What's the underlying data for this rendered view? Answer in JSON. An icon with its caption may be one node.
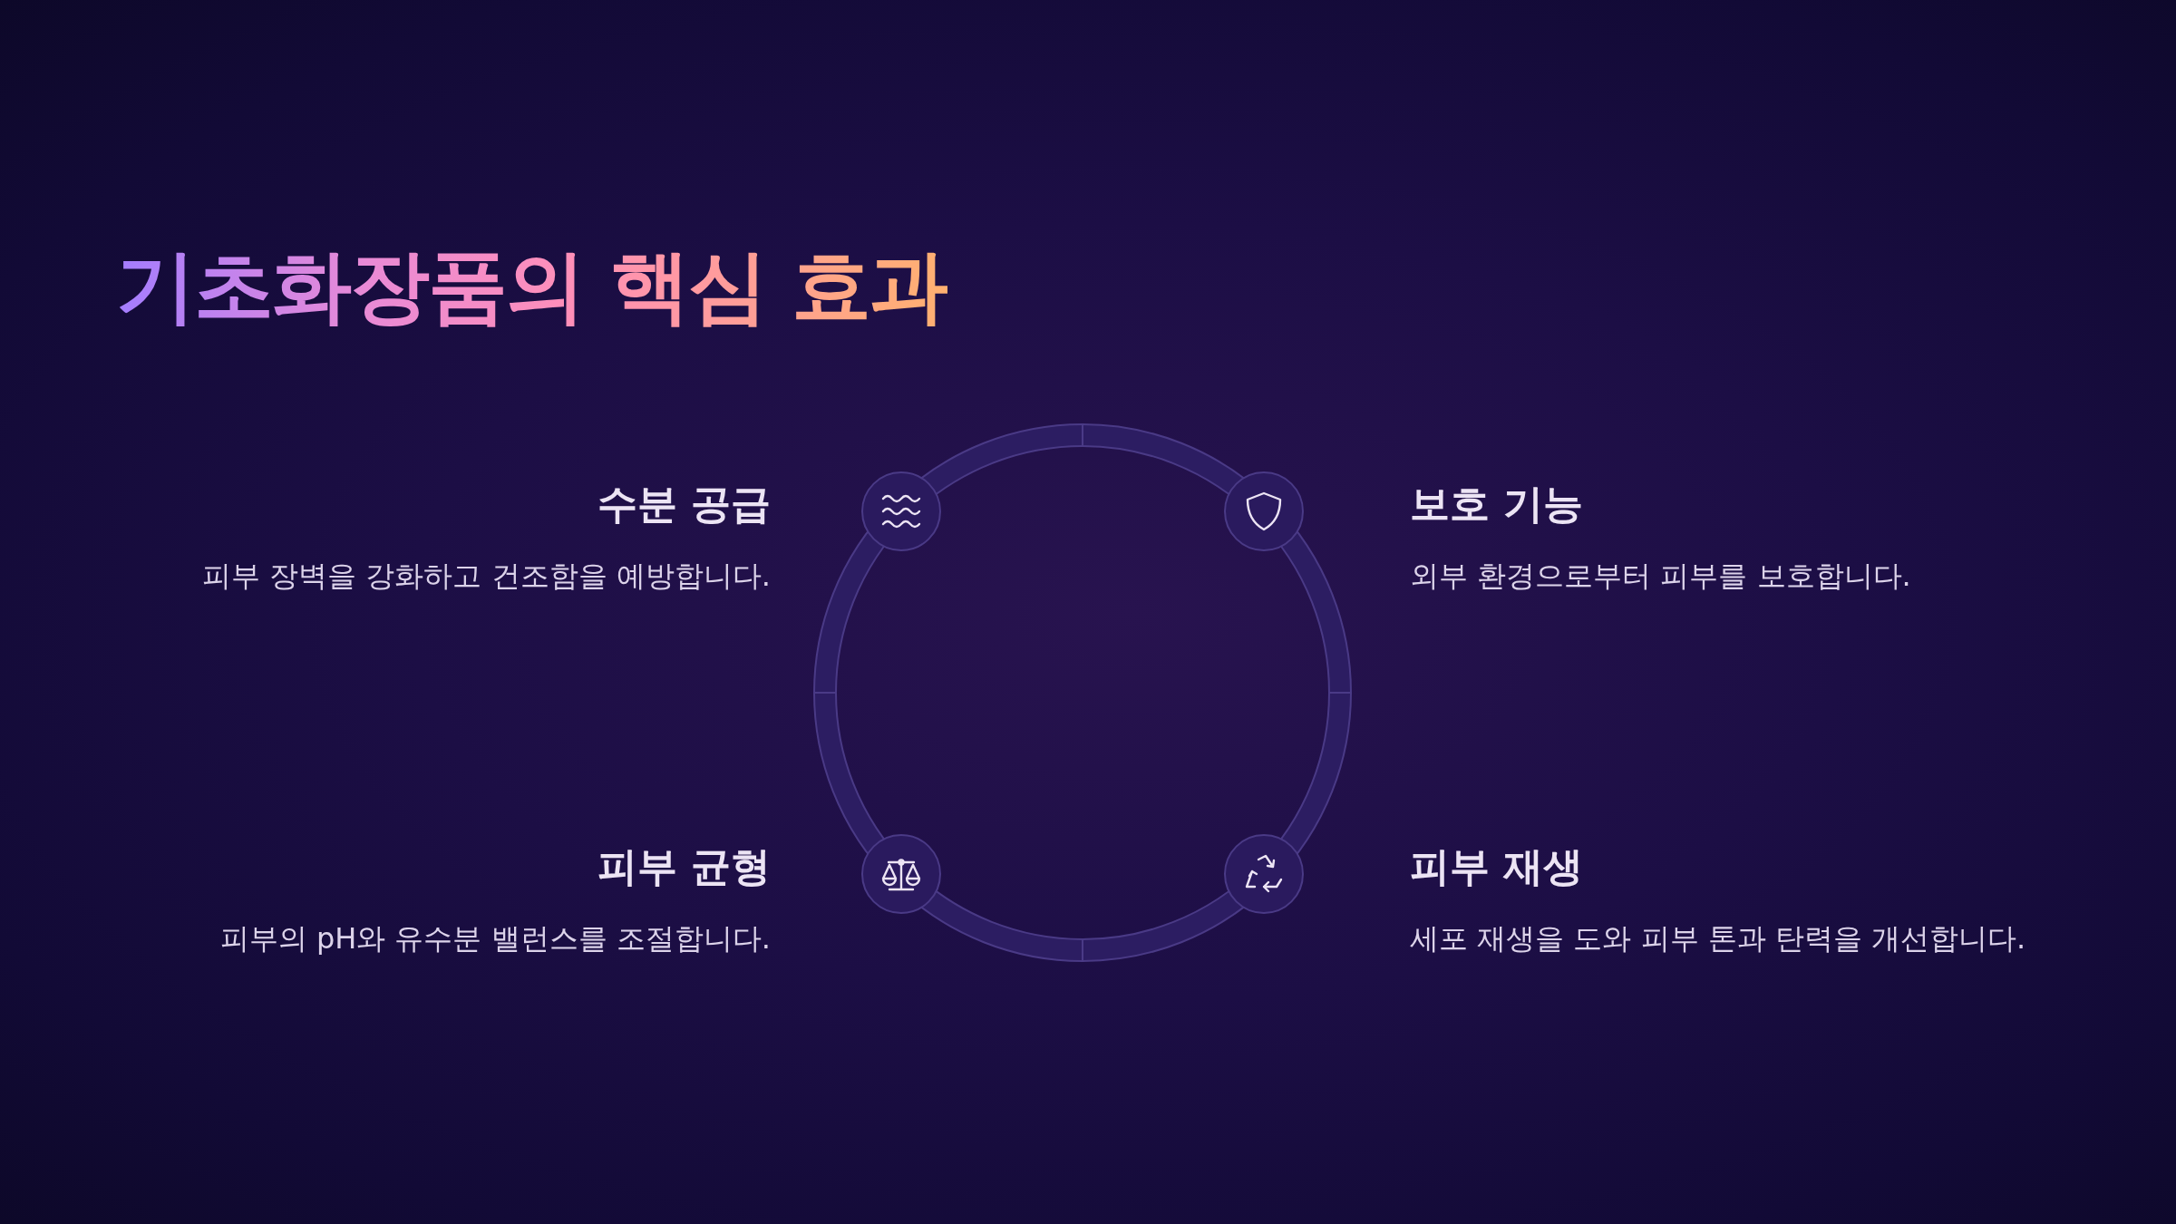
{
  "diagram": {
    "title": "기초화장품의 핵심 효과",
    "nodes": [
      {
        "text": [
          "수분 공급",
          "피부 장벽을 강화하고 건조함을 예방합니다."
        ]
      },
      {
        "text": [
          "보호 기능",
          "외부 환경으로부터 피부를 보호합니다."
        ]
      },
      {
        "text": [
          "피부 균형",
          "피부의 pH와 유수분 밸런스를 조절합니다."
        ]
      },
      {
        "text": [
          "피부 재생",
          "세포 재생을 도와 피부 톤과 탄력을 개선합니다."
        ]
      }
    ]
  }
}
